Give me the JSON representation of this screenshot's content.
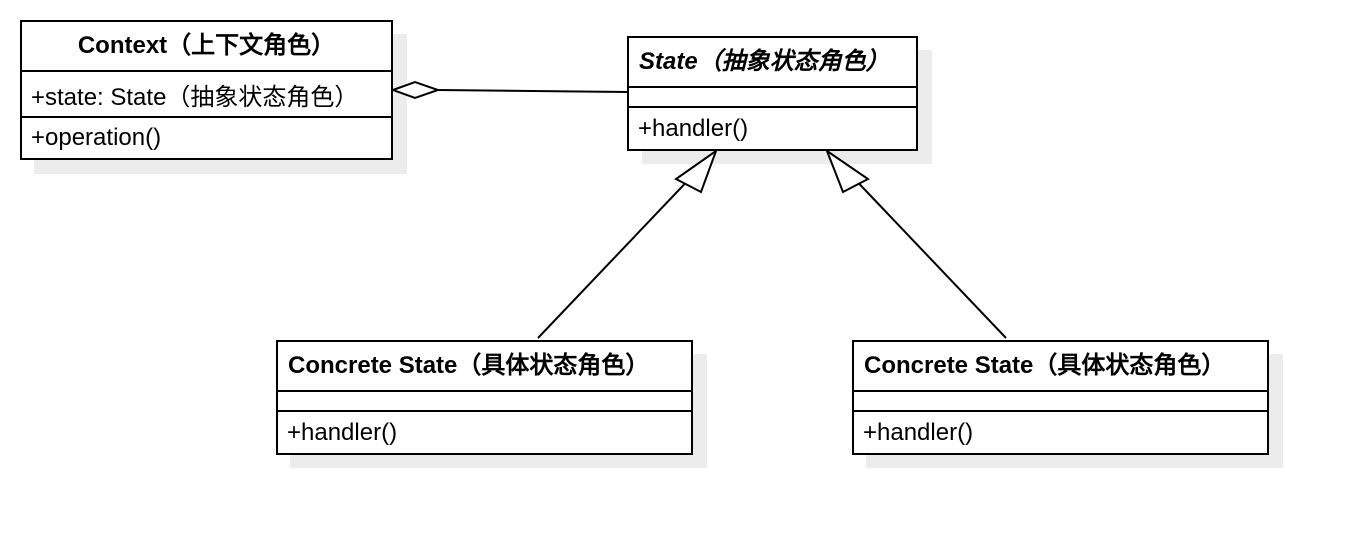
{
  "classes": {
    "context": {
      "name": "Context（上下文角色）",
      "attribute": "+state: State（抽象状态角色）",
      "operation": "+operation()"
    },
    "state": {
      "name": "State（抽象状态角色）",
      "attribute": "",
      "operation": "+handler()"
    },
    "concrete_a": {
      "name": "Concrete State（具体状态角色）",
      "attribute": "",
      "operation": "+handler()"
    },
    "concrete_b": {
      "name": "Concrete State（具体状态角色）",
      "attribute": "",
      "operation": "+handler()"
    }
  },
  "relations": [
    {
      "type": "aggregation",
      "from": "context",
      "to": "state"
    },
    {
      "type": "generalization",
      "from": "concrete_a",
      "to": "state"
    },
    {
      "type": "generalization",
      "from": "concrete_b",
      "to": "state"
    }
  ],
  "colors": {
    "line": "#000000",
    "shadow": "#ececec",
    "fill": "#ffffff"
  }
}
